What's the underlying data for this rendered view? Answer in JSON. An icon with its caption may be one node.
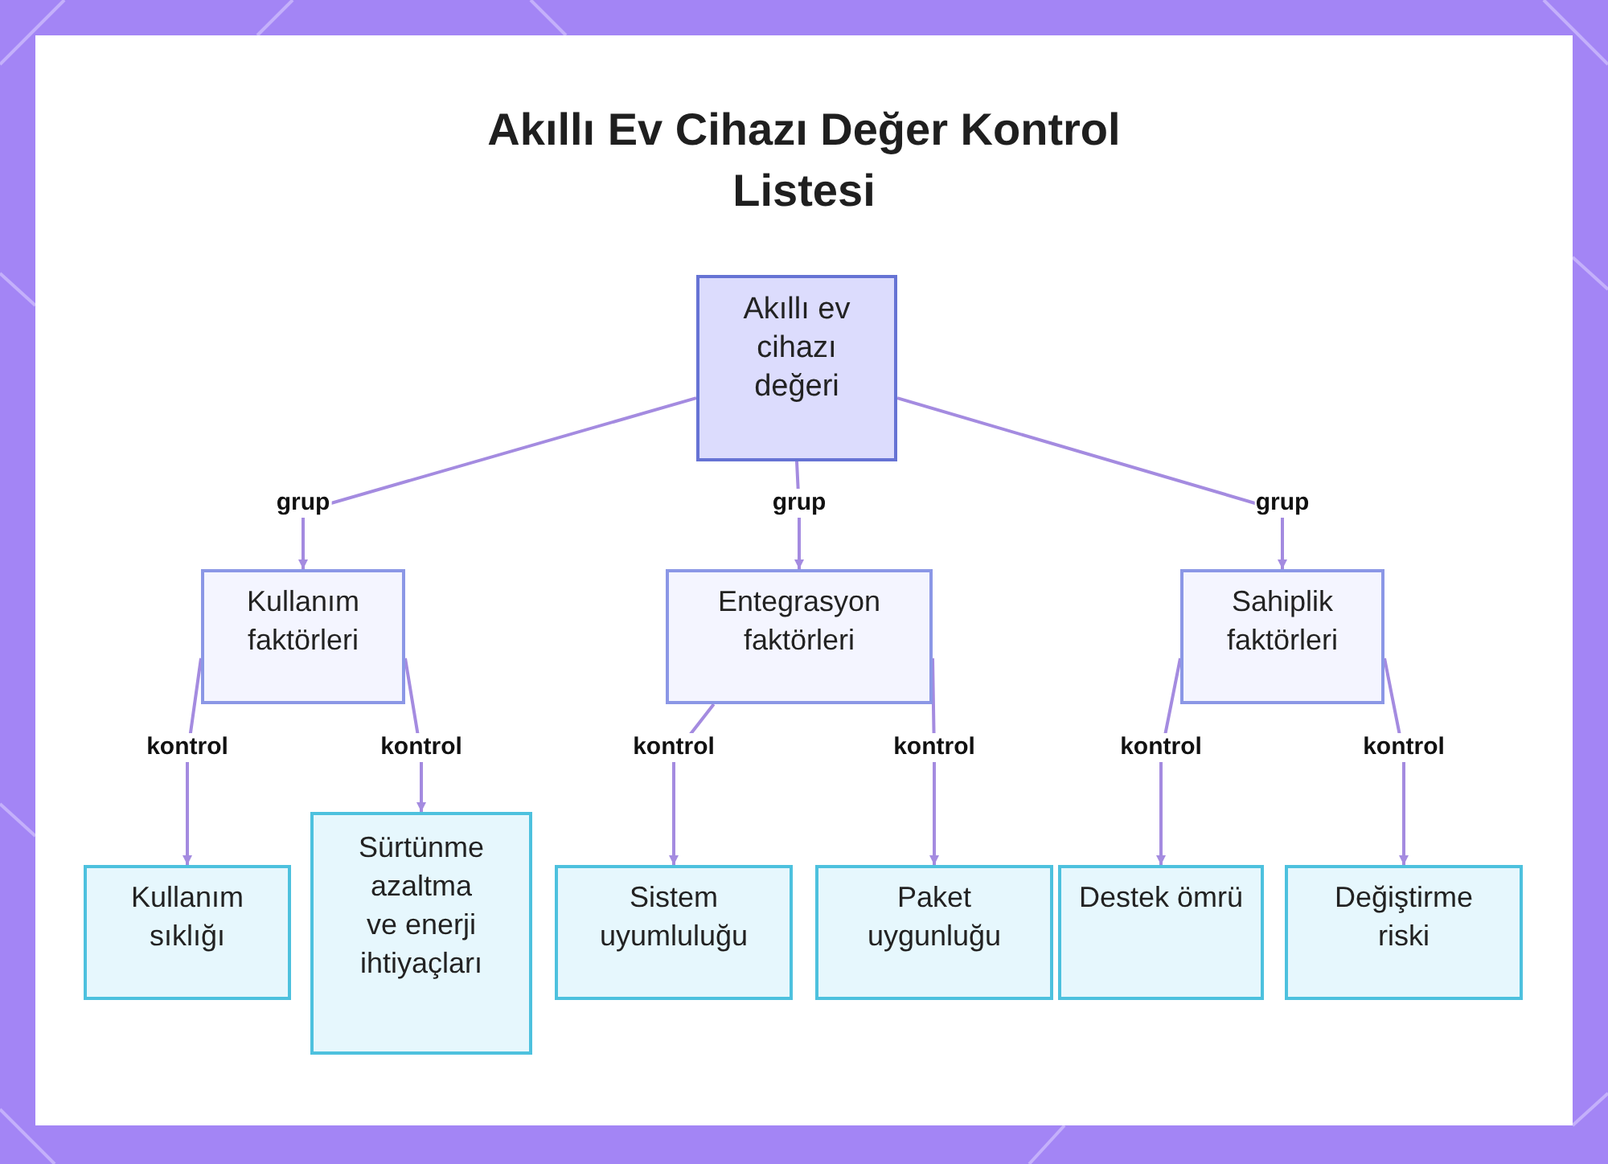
{
  "diagram": {
    "title": "Akıllı Ev Cihazı Değer Kontrol Listesi",
    "nodes": [
      {
        "text": [
          "Akıllı ev cihazı değeri"
        ]
      },
      {
        "text": [
          "Kullanım faktörleri"
        ]
      },
      {
        "text": [
          "Entegrasyon faktörleri"
        ]
      },
      {
        "text": [
          "Sahiplik faktörleri"
        ]
      },
      {
        "text": [
          "Kullanım sıklığı"
        ]
      },
      {
        "text": [
          "Sürtünme azaltma ve enerji ihtiyaçları"
        ]
      },
      {
        "text": [
          "Sistem uyumluluğu"
        ]
      },
      {
        "text": [
          "Paket uygunluğu"
        ]
      },
      {
        "text": [
          "Destek ömrü"
        ]
      },
      {
        "text": [
          "Değiştirme riski"
        ]
      }
    ],
    "edges": [
      {
        "from": 0,
        "to": 1,
        "arrow": "to",
        "label": "grup"
      },
      {
        "from": 0,
        "to": 2,
        "arrow": "to",
        "label": "grup"
      },
      {
        "from": 0,
        "to": 3,
        "arrow": "to",
        "label": "grup"
      },
      {
        "from": 1,
        "to": 4,
        "arrow": "to",
        "label": "kontrol"
      },
      {
        "from": 1,
        "to": 5,
        "arrow": "to",
        "label": "kontrol"
      },
      {
        "from": 2,
        "to": 6,
        "arrow": "to",
        "label": "kontrol"
      },
      {
        "from": 2,
        "to": 7,
        "arrow": "to",
        "label": "kontrol"
      },
      {
        "from": 3,
        "to": 8,
        "arrow": "to",
        "label": "kontrol"
      },
      {
        "from": 3,
        "to": 9,
        "arrow": "to",
        "label": "kontrol"
      }
    ]
  }
}
